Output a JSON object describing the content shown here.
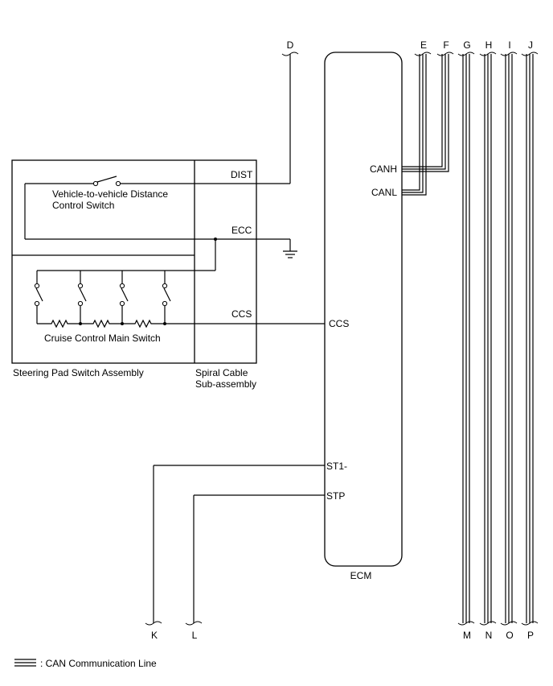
{
  "connectors": {
    "D": "D",
    "E": "E",
    "F": "F",
    "G": "G",
    "H": "H",
    "I": "I",
    "J": "J",
    "K": "K",
    "L": "L",
    "M": "M",
    "N": "N",
    "O": "O",
    "P": "P"
  },
  "components": {
    "steering_pad": "Steering Pad Switch Assembly",
    "spiral_cable_1": "Spiral Cable",
    "spiral_cable_2": "Sub-assembly",
    "ecm": "ECM",
    "distance_switch_1": "Vehicle-to-vehicle Distance",
    "distance_switch_2": "Control Switch",
    "cruise_switch": "Cruise Control Main Switch"
  },
  "terminals": {
    "dist": "DIST",
    "ecc": "ECC",
    "ccs": "CCS",
    "ecm_ccs": "CCS",
    "canh": "CANH",
    "canl": "CANL",
    "st1": "ST1-",
    "stp": "STP"
  },
  "legend": {
    "label": ": CAN Communication Line"
  }
}
